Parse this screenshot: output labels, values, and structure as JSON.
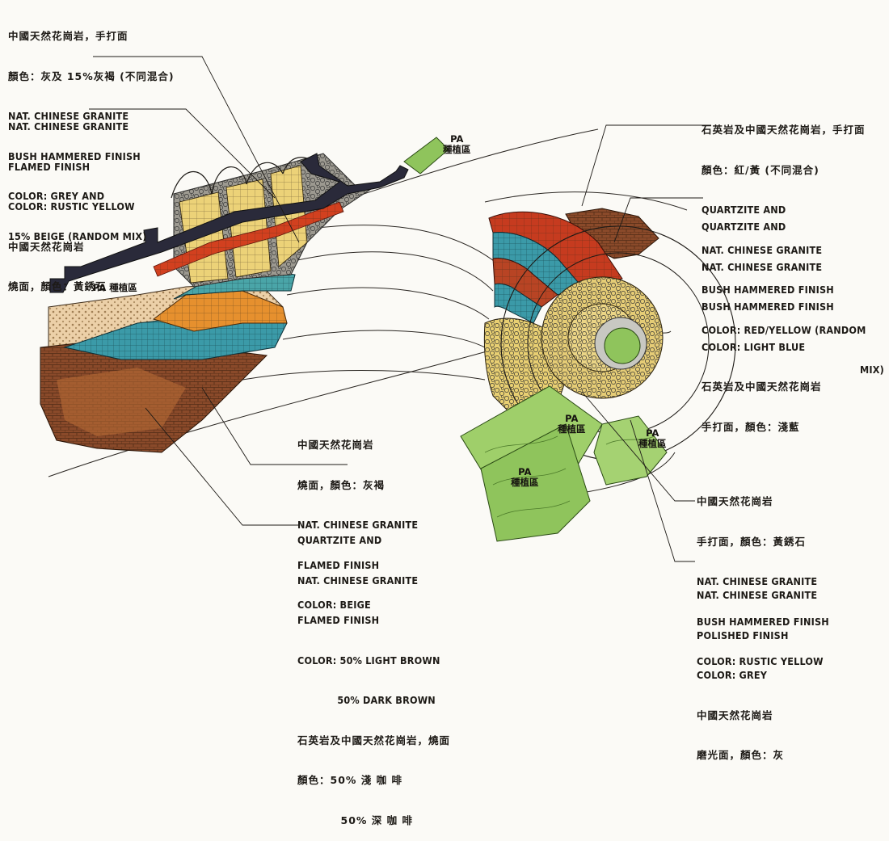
{
  "notes": {
    "top_left_grey": {
      "lines": [
        "中國天然花崗岩，手打面",
        "顏色：灰及 15%灰褐 (不同混合)",
        "NAT. CHINESE GRANITE",
        "BUSH HAMMERED FINISH",
        "COLOR: GREY AND",
        "15% BEIGE (RANDOM MIX)"
      ]
    },
    "left_rustic_yellow": {
      "lines": [
        "NAT. CHINESE GRANITE",
        "FLAMED FINISH",
        "COLOR: RUSTIC YELLOW",
        "中國天然花崗岩",
        "燒面，顏色：黃銹石"
      ]
    },
    "right_red_yellow": {
      "lines": [
        "石英岩及中國天然花崗岩，手打面",
        "顏色：紅/黃 (不同混合)",
        "QUARTZITE AND",
        "NAT. CHINESE GRANITE",
        "BUSH HAMMERED FINISH",
        "COLOR: RED/YELLOW (RANDOM",
        "MIX)"
      ]
    },
    "right_light_blue": {
      "lines": [
        "QUARTZITE AND",
        "NAT. CHINESE GRANITE",
        "BUSH HAMMERED FINISH",
        "COLOR: LIGHT BLUE",
        "石英岩及中國天然花崗岩",
        "手打面，顏色：淺藍"
      ]
    },
    "center_beige": {
      "lines": [
        "中國天然花崗岩",
        "燒面，顏色：灰褐",
        "NAT. CHINESE GRANITE",
        "FLAMED FINISH",
        "COLOR: BEIGE"
      ]
    },
    "center_brown": {
      "lines": [
        "QUARTZITE AND",
        "NAT. CHINESE GRANITE",
        "FLAMED FINISH",
        "COLOR: 50% LIGHT BROWN",
        "            50% DARK BROWN",
        "石英岩及中國天然花崗岩，燒面",
        "顏色：50% 淺 咖 啡",
        "          50% 深 咖 啡"
      ]
    },
    "right_bottom_rustic": {
      "lines": [
        "中國天然花崗岩",
        "手打面，顏色：黃銹石",
        "NAT. CHINESE GRANITE",
        "BUSH HAMMERED FINISH",
        "COLOR: RUSTIC YELLOW"
      ]
    },
    "right_bottom_polished": {
      "lines": [
        "NAT. CHINESE GRANITE",
        "POLISHED FINISH",
        "COLOR: GREY",
        "中國天然花崗岩",
        "磨光面，顏色：灰"
      ]
    }
  },
  "planting_labels": {
    "top": "PA\n種植區",
    "left": "PA 種植區",
    "right_a": "PA\n種植區",
    "right_b": "PA\n種植區",
    "right_c": "PA\n種植區"
  },
  "colors": {
    "paper": "#fbfaf6",
    "ink": "#1d1a16",
    "grey_granite": "#8b8880",
    "rustic_yellow": "#e8cf72",
    "red_band": "#c8391e",
    "light_blue": "#3b9aa8",
    "beige": "#e9c9a0",
    "light_brown": "#b8742f",
    "dark_brown": "#7a3a22",
    "planting_green": "#8fc45c",
    "polished_grey": "#b9b9b4"
  }
}
